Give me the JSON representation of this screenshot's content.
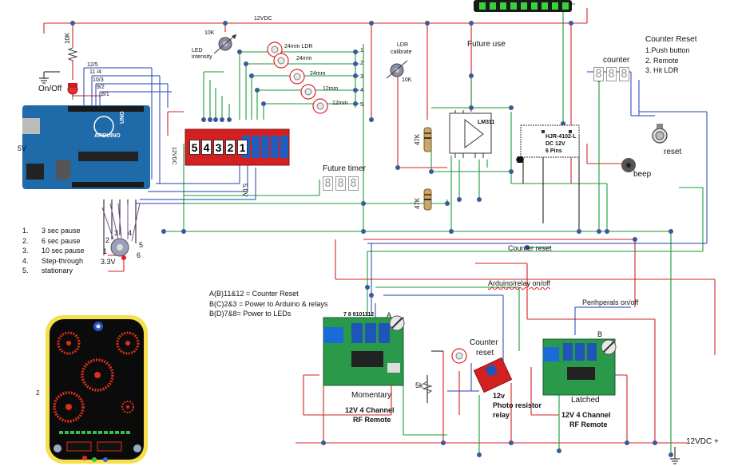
{
  "power": {
    "top_rail": "12VDC",
    "bottom_rail": "12VDC +",
    "arduino_supply": "5V",
    "rail_5v": "5.0V",
    "relay_supply": "12VDC"
  },
  "switches": {
    "on_off": "On/Off",
    "resistor_10k": "10K"
  },
  "wire_labels": {
    "w1": "12/5",
    "w2": "11 /4",
    "w3": "10/3",
    "w4": "9/2",
    "w5": "8/1"
  },
  "arduino": {
    "brand": "ARDUINO",
    "model": "UNO"
  },
  "led_pot": {
    "value": "10K",
    "caption_line1": "LED",
    "caption_line2": "intensity"
  },
  "ldrs": {
    "l1": "24mm LDR",
    "l2": "24mm",
    "l3": "24mm",
    "l4": "12mm",
    "l5": "12mm",
    "n1": "1",
    "n2": "2",
    "n3": "3",
    "n4": "4",
    "n5": "5"
  },
  "relay_board": {
    "digits": [
      "5",
      "4",
      "3",
      "2",
      "1"
    ]
  },
  "ldr_calibrate": {
    "line1": "LDR",
    "line2": "calibrate",
    "value": "10K"
  },
  "future_use": "Future use",
  "future_timer": "Future timer",
  "comparator": {
    "chip": "LM311",
    "r_top": "47K",
    "r_bottom": "47K"
  },
  "reed_relay": {
    "line1": "HJR-4102-L",
    "line2": "DC 12V",
    "line3": "6 Pins"
  },
  "counter": {
    "title": "counter",
    "reset_title": "Counter Reset",
    "reset_opt1": "1.Push button",
    "reset_opt2": "2. Remote",
    "reset_opt3": "3. Hit LDR",
    "reset_button": "reset",
    "beep": "beep"
  },
  "selector": {
    "items": [
      {
        "n": "1.",
        "text": "3 sec pause"
      },
      {
        "n": "2.",
        "text": "6 sec pause"
      },
      {
        "n": "3.",
        "text": "10 sec pause"
      },
      {
        "n": "4.",
        "text": "Step-through"
      },
      {
        "n": "5.",
        "text": "stationary"
      }
    ],
    "pos1": "1",
    "pos2": "2",
    "pos3": "3",
    "pos4": "4",
    "pos5": "5",
    "pos6": "6",
    "voltage": "3.3V"
  },
  "rf_codes": {
    "line1": "A(B)11&12 = Counter Reset",
    "line2": "B(C)2&3 = Power to Arduino & relays",
    "line3": "B(D)7&8= Power to LEDs"
  },
  "net_labels": {
    "counter_reset": "Counter reset",
    "arduino_relay": "Arduino/relay on/off",
    "peripherals": "Perihperals on/off"
  },
  "rf_momentary": {
    "pins": "7 8 9101112",
    "remote_letter": "A",
    "caption": "Momentary",
    "title1": "12V 4 Channel",
    "title2": "RF Remote"
  },
  "photo_relay": {
    "caption1": "Counter",
    "caption2": "reset",
    "resistor": "5k",
    "title1": "12v",
    "title2": "Photo resistor",
    "title3": "relay"
  },
  "rf_latched": {
    "remote_letter": "B",
    "caption": "Latched",
    "title1": "12V 4 Channel",
    "title2": "RF Remote"
  },
  "panel": {
    "side_label": "2"
  },
  "colors": {
    "red_wire": "#d62020",
    "green_wire": "#1a9a3a",
    "blue_wire": "#1f3fb0",
    "black_wire": "#111111",
    "node": "#3a5a9a"
  }
}
